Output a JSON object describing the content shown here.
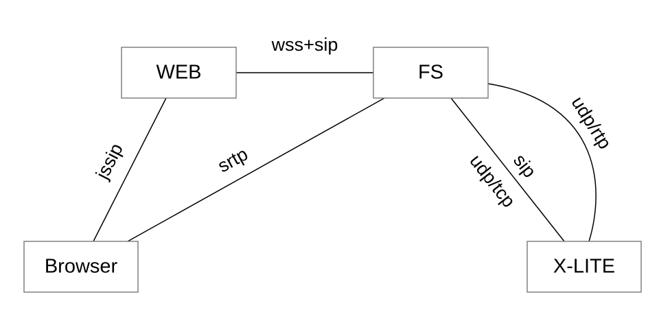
{
  "nodes": {
    "web": {
      "label": "WEB"
    },
    "fs": {
      "label": "FS"
    },
    "browser": {
      "label": "Browser"
    },
    "xlite": {
      "label": "X-LITE"
    }
  },
  "edges": {
    "web_fs": {
      "label": "wss+sip"
    },
    "web_browser": {
      "label": "jssip"
    },
    "fs_browser": {
      "label": "srtp"
    },
    "fs_xlite_sip": {
      "label": "sip"
    },
    "fs_xlite_transport": {
      "label": "udp/tcp"
    },
    "fs_xlite_media": {
      "label": "udp/rtp"
    }
  },
  "colors": {
    "box_border": "#808080",
    "line": "#000000",
    "text": "#000000",
    "background": "#ffffff"
  }
}
